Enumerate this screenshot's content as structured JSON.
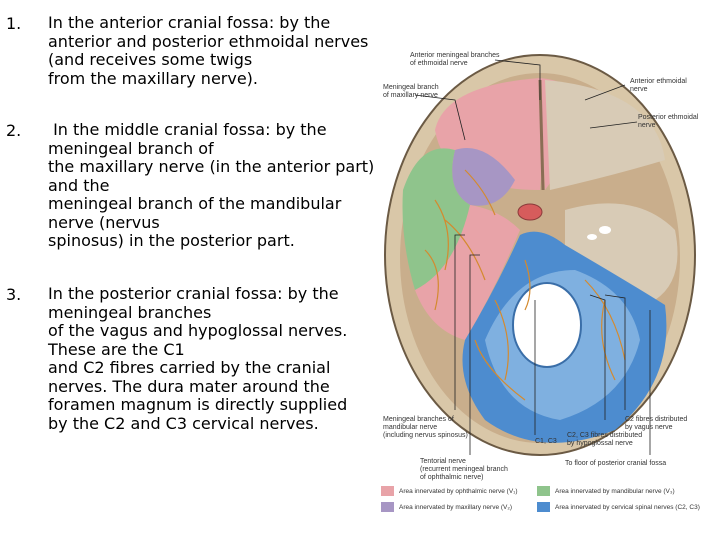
{
  "items": [
    {
      "number": "1.",
      "lines": [
        "In the anterior cranial fossa: by the",
        "anterior and posterior ethmoidal nerves",
        "(and receives some twigs",
        "from the maxillary nerve)."
      ]
    },
    {
      "number": "2.",
      "lines": [
        " In the middle cranial fossa: by the",
        "meningeal branch of",
        "the maxillary nerve (in the anterior part)",
        "and the",
        "meningeal branch of the mandibular",
        "nerve (nervus",
        "spinosus) in the posterior part."
      ]
    },
    {
      "number": "3.",
      "lines": [
        "In the posterior cranial fossa: by the",
        "meningeal branches",
        "of the vagus and hypoglossal nerves.",
        "These are the C1",
        "and C2 fibres carried by the cranial",
        "nerves. The dura mater around the",
        "foramen magnum is directly supplied",
        "by the C2 and C3 cervical nerves."
      ]
    }
  ],
  "figure": {
    "labels": {
      "anterior_meningeal_1": "Anterior meningeal branches",
      "anterior_meningeal_2": "of ethmoidal nerve",
      "meningeal_maxillary_1": "Meningeal branch",
      "meningeal_maxillary_2": "of maxillary nerve",
      "anterior_ethmoidal_1": "Anterior ethmoidal",
      "anterior_ethmoidal_2": "nerve",
      "posterior_ethmoidal_1": "Posterior ethmoidal",
      "posterior_ethmoidal_2": "nerve",
      "mandibular_1": "Meningeal branches of",
      "mandibular_2": "mandibular nerve",
      "mandibular_3": "(including nervus spinosus)",
      "c1c3": "C1, C3",
      "c2_hypoglossal_1": "C2, C3 fibres distributed",
      "c2_hypoglossal_2": "by hypoglossal nerve",
      "c2_vagus_1": "C2 fibres distributed",
      "c2_vagus_2": "by vagus nerve",
      "tentorial_1": "Tentorial nerve",
      "tentorial_2": "(recurrent meningeal branch",
      "tentorial_3": "of ophthalmic nerve)",
      "floor": "To floor of posterior cranial fossa"
    },
    "legend": [
      {
        "text": "Area innervated by ophthalmic nerve (V₁)",
        "color": "#e8a3a8"
      },
      {
        "text": "Area innervated by mandibular nerve (V₃)",
        "color": "#8fc48c"
      },
      {
        "text": "Area innervated by maxillary nerve (V₂)",
        "color": "#a796c4"
      },
      {
        "text": "Area innervated by cervical spinal nerves (C2, C3)",
        "color": "#4d8ccf"
      }
    ]
  }
}
